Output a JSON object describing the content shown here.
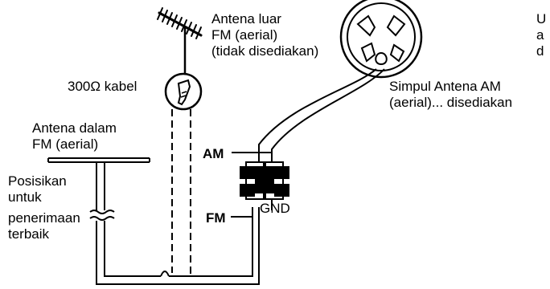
{
  "labels": {
    "outdoor_antenna": [
      "Antena luar",
      "FM (aerial)",
      "(tidak disediakan)"
    ],
    "cable": "300Ω kabel",
    "am_loop": [
      "Simpul Antena AM",
      "(aerial)... disediakan"
    ],
    "indoor_antenna": [
      "Antena dalam",
      "FM (aerial)"
    ],
    "position": [
      "Posisikan",
      "untuk",
      "penerimaan",
      "terbaik"
    ],
    "terminal_am": "AM",
    "terminal_fm": "FM",
    "terminal_gnd": "GND",
    "cutoff_text": [
      "U",
      "a",
      "d"
    ]
  },
  "icons": [
    "outdoor-fm-antenna-icon",
    "cable-connector-icon",
    "am-loop-antenna-icon",
    "terminal-block-icon"
  ],
  "colors": {
    "line": "#000000",
    "background": "#ffffff"
  }
}
